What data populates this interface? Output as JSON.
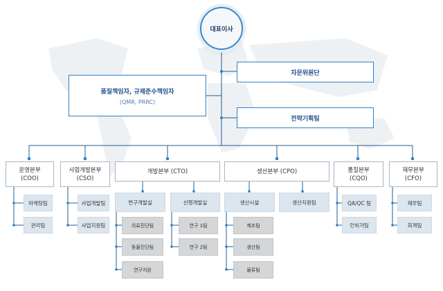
{
  "ceo": "대표이사",
  "quality_box": {
    "title": "품질책임자, 규제준수책임자",
    "subtitle": "(QMR, PRRC)"
  },
  "advisory": "자문위원단",
  "strategy": "전략기획팀",
  "divisions": {
    "coo": {
      "name": "운영본부",
      "code": "(COO)",
      "teams": [
        "마케팅팀",
        "관리팀"
      ]
    },
    "cso": {
      "name": "사업개발본부",
      "code": "(CSO)",
      "teams": [
        "사업개발팀",
        "사업지원팀"
      ]
    },
    "cto": {
      "name": "개발본부 (CTO)",
      "research": {
        "name": "연구개발실",
        "teams": [
          "의료진단팀",
          "동물진단팀",
          "연구지원"
        ]
      },
      "advanced": {
        "name": "선행개발실",
        "teams": [
          "연구 1팀",
          "연구 2팀"
        ]
      }
    },
    "cpo": {
      "name": "생산본부 (CPO)",
      "facility": {
        "name": "생산시설",
        "teams": [
          "제조팀",
          "생산팀",
          "물류팀"
        ]
      },
      "support": "생산지원팀"
    },
    "cqo": {
      "name": "품질본부",
      "code": "(CQO)",
      "teams": [
        "QA/QC 팀",
        "인허가팀"
      ]
    },
    "cfo": {
      "name": "재무본부",
      "code": "(CFO)",
      "teams": [
        "재무팀",
        "회계팀"
      ]
    }
  },
  "colors": {
    "line": "#1e5d96",
    "accent": "#2f7fc2",
    "level2_fill": "#dce6ef",
    "level3_fill": "#d4d6d8"
  }
}
